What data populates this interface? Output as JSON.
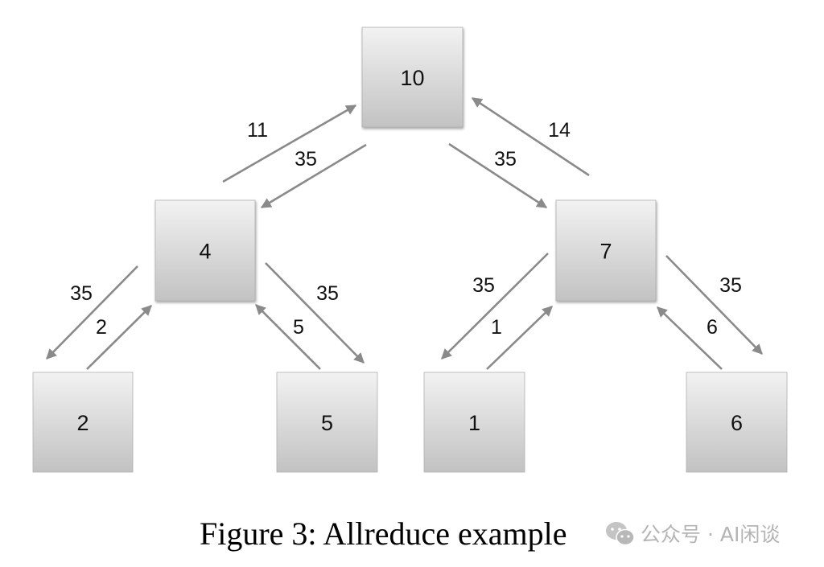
{
  "figure": {
    "caption": "Figure 3: Allreduce example",
    "watermark_text": "公众号 · AI闲谈",
    "watermark_icon": "wechat-icon"
  },
  "colors": {
    "arrow": "#8a8a8a",
    "box_top": "#f2f2f2",
    "box_bottom": "#c2c2c2",
    "box_border": "#b0b0b0",
    "text": "#111111",
    "watermark": "#b4b4b4"
  },
  "nodes": [
    {
      "id": "root",
      "label": "10",
      "level": 0
    },
    {
      "id": "left",
      "label": "4",
      "level": 1
    },
    {
      "id": "right",
      "label": "7",
      "level": 1
    },
    {
      "id": "ll",
      "label": "2",
      "level": 2
    },
    {
      "id": "lr",
      "label": "5",
      "level": 2
    },
    {
      "id": "rl",
      "label": "1",
      "level": 2
    },
    {
      "id": "rr",
      "label": "6",
      "level": 2
    }
  ],
  "edges": [
    {
      "from": "left",
      "to": "root",
      "label": "11",
      "phase": "reduce"
    },
    {
      "from": "root",
      "to": "left",
      "label": "35",
      "phase": "broadcast"
    },
    {
      "from": "root",
      "to": "right",
      "label": "35",
      "phase": "broadcast"
    },
    {
      "from": "right",
      "to": "root",
      "label": "14",
      "phase": "reduce"
    },
    {
      "from": "left",
      "to": "ll",
      "label": "35",
      "phase": "broadcast"
    },
    {
      "from": "ll",
      "to": "left",
      "label": "2",
      "phase": "reduce"
    },
    {
      "from": "left",
      "to": "lr",
      "label": "35",
      "phase": "broadcast"
    },
    {
      "from": "lr",
      "to": "left",
      "label": "5",
      "phase": "reduce"
    },
    {
      "from": "right",
      "to": "rl",
      "label": "35",
      "phase": "broadcast"
    },
    {
      "from": "rl",
      "to": "right",
      "label": "1",
      "phase": "reduce"
    },
    {
      "from": "right",
      "to": "rr",
      "label": "35",
      "phase": "broadcast"
    },
    {
      "from": "rr",
      "to": "right",
      "label": "6",
      "phase": "reduce"
    }
  ]
}
